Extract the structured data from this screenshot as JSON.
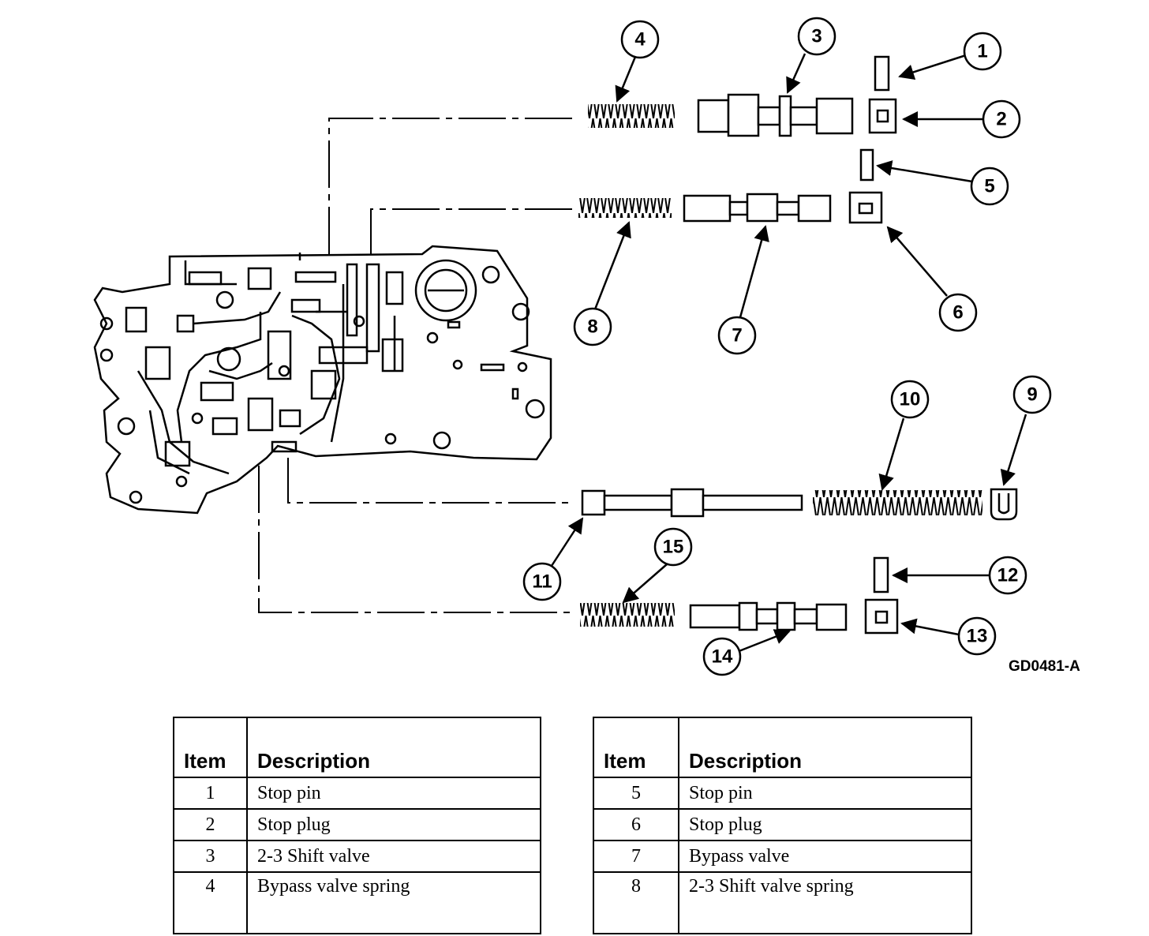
{
  "callouts": [
    "1",
    "2",
    "3",
    "4",
    "5",
    "6",
    "7",
    "8",
    "9",
    "10",
    "11",
    "12",
    "13",
    "14",
    "15"
  ],
  "figure_code": "GD0481-A",
  "tables": [
    {
      "headers": [
        "Item",
        "Description"
      ],
      "rows": [
        [
          "1",
          "Stop pin"
        ],
        [
          "2",
          "Stop plug"
        ],
        [
          "3",
          "2-3 Shift valve"
        ],
        [
          "4",
          "Bypass valve spring"
        ]
      ]
    },
    {
      "headers": [
        "Item",
        "Description"
      ],
      "rows": [
        [
          "5",
          "Stop pin"
        ],
        [
          "6",
          "Stop plug"
        ],
        [
          "7",
          "Bypass valve"
        ],
        [
          "8",
          "2-3 Shift valve spring"
        ]
      ]
    }
  ]
}
